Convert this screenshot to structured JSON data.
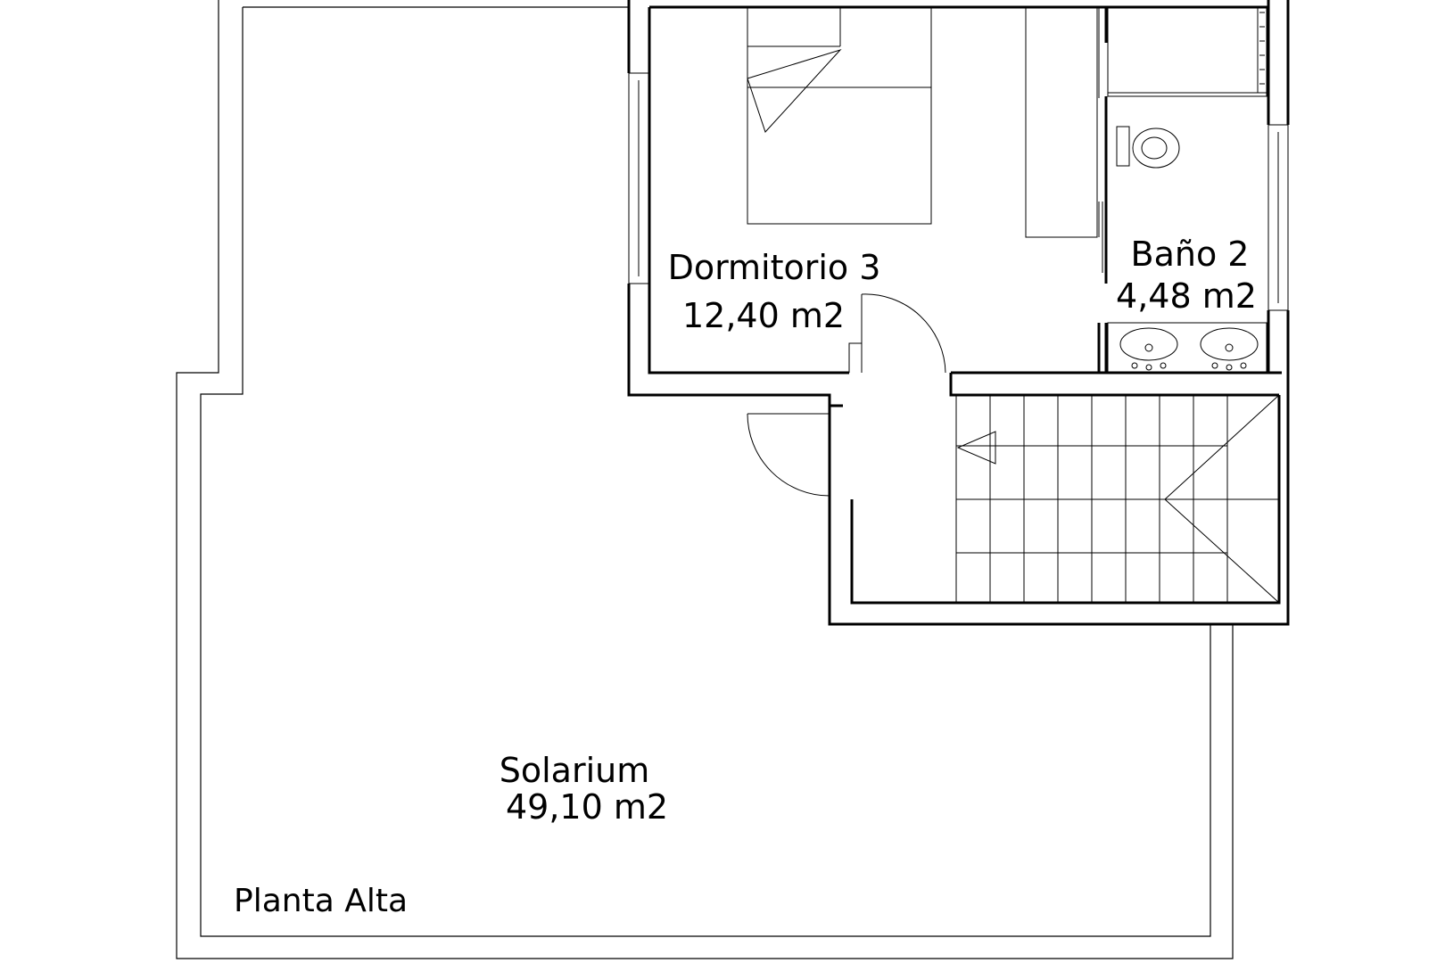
{
  "rooms": {
    "bedroom": {
      "name": "Dormitorio 3",
      "area": "12,40 m2"
    },
    "bathroom": {
      "name": "Baño 2",
      "area": "4,48 m2"
    },
    "solarium": {
      "name": "Solarium",
      "area": "49,10 m2"
    }
  },
  "floor_label": "Planta Alta"
}
